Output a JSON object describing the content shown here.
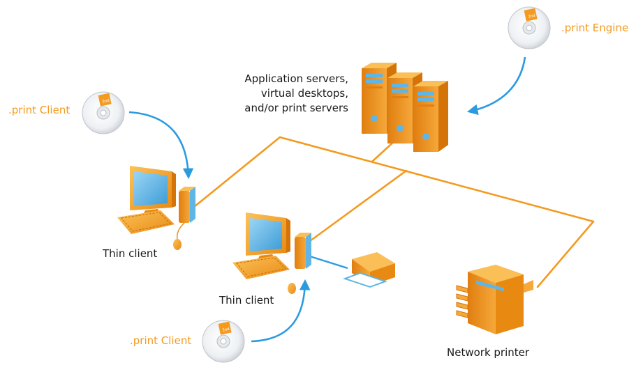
{
  "labels": {
    "print_engine": ".print Engine",
    "print_client_top": ".print Client",
    "print_client_bottom": ".print Client",
    "servers_line1": "Application servers,",
    "servers_line2": "virtual desktops,",
    "servers_line3": "and/or print servers",
    "thin_client_1": "Thin client",
    "thin_client_2": "Thin client",
    "network_printer": "Network printer"
  },
  "disc_badge_text": "2nd",
  "colors": {
    "network_line": "#f39a1f",
    "arrow": "#2b9be0",
    "accent": "#f39a1f",
    "device_body": "#f7a532",
    "screen": "#5fb6e6"
  },
  "icons": [
    "cd-disc-icon",
    "server-tower-icon",
    "desktop-computer-icon",
    "keyboard-icon",
    "mouse-icon",
    "thin-client-box-icon",
    "inkjet-printer-icon",
    "network-printer-icon"
  ]
}
